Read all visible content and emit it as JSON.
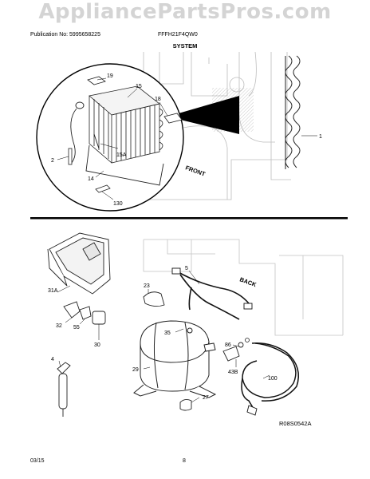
{
  "watermark": "AppliancePartsPros.com",
  "header": {
    "publication": "Publication No: 5995658225",
    "model": "FFFH21F4QW0"
  },
  "section_title": "SYSTEM",
  "footer": {
    "date": "03/15",
    "page": "8"
  },
  "top_view": {
    "labels": {
      "front": "FRONT",
      "p19": "19",
      "p15": "15",
      "p18": "18",
      "p1": "1",
      "p2": "2",
      "p15a": "15A",
      "p14": "14",
      "p130": "130"
    }
  },
  "bottom_view": {
    "labels": {
      "back": "BACK",
      "p31a": "31A",
      "p5": "5",
      "p23": "23",
      "p32": "32",
      "p55": "55",
      "p30": "30",
      "p35": "35",
      "p86": "86",
      "p4": "4",
      "p29": "29",
      "p43b": "43B",
      "p100": "100",
      "p27": "27"
    },
    "diagram_code": "R08S0542A"
  }
}
